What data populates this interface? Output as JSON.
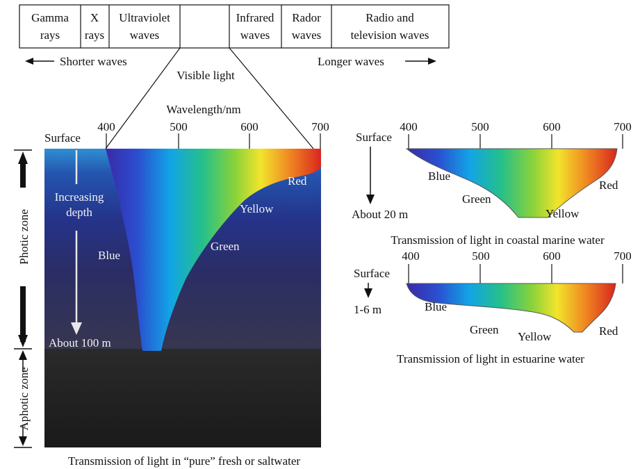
{
  "spectrum": {
    "cells": [
      {
        "line1": "Gamma",
        "line2": "rays"
      },
      {
        "line1": "X",
        "line2": "rays"
      },
      {
        "line1": "Ultraviolet",
        "line2": "waves"
      },
      {
        "line1": "",
        "line2": ""
      },
      {
        "line1": "Infrared",
        "line2": "waves"
      },
      {
        "line1": "Rador",
        "line2": "waves"
      },
      {
        "line1": "Radio and",
        "line2": "television waves"
      }
    ],
    "shorter": "Shorter waves",
    "longer": "Longer waves",
    "visible": "Visible light"
  },
  "main": {
    "axis_title": "Wavelength/nm",
    "ticks": [
      "400",
      "500",
      "600",
      "700"
    ],
    "surface": "Surface",
    "increasing_line1": "Increasing",
    "increasing_line2": "depth",
    "about": "About 100 m",
    "photic": "Photic zone",
    "aphotic": "Aphotic zone",
    "labels": {
      "red": "Red",
      "yellow": "Yellow",
      "green": "Green",
      "blue": "Blue"
    },
    "caption": "Transmission of light in “pure” fresh or saltwater"
  },
  "coastal": {
    "ticks": [
      "400",
      "500",
      "600",
      "700"
    ],
    "surface": "Surface",
    "about": "About 20 m",
    "labels": {
      "blue": "Blue",
      "green": "Green",
      "yellow": "Yellow",
      "red": "Red"
    },
    "caption": "Transmission of light in coastal marine water"
  },
  "estuarine": {
    "ticks": [
      "400",
      "500",
      "600",
      "700"
    ],
    "surface": "Surface",
    "about": "1-6 m",
    "labels": {
      "blue": "Blue",
      "green": "Green",
      "yellow": "Yellow",
      "red": "Red"
    },
    "caption": "Transmission of light in estuarine water"
  }
}
